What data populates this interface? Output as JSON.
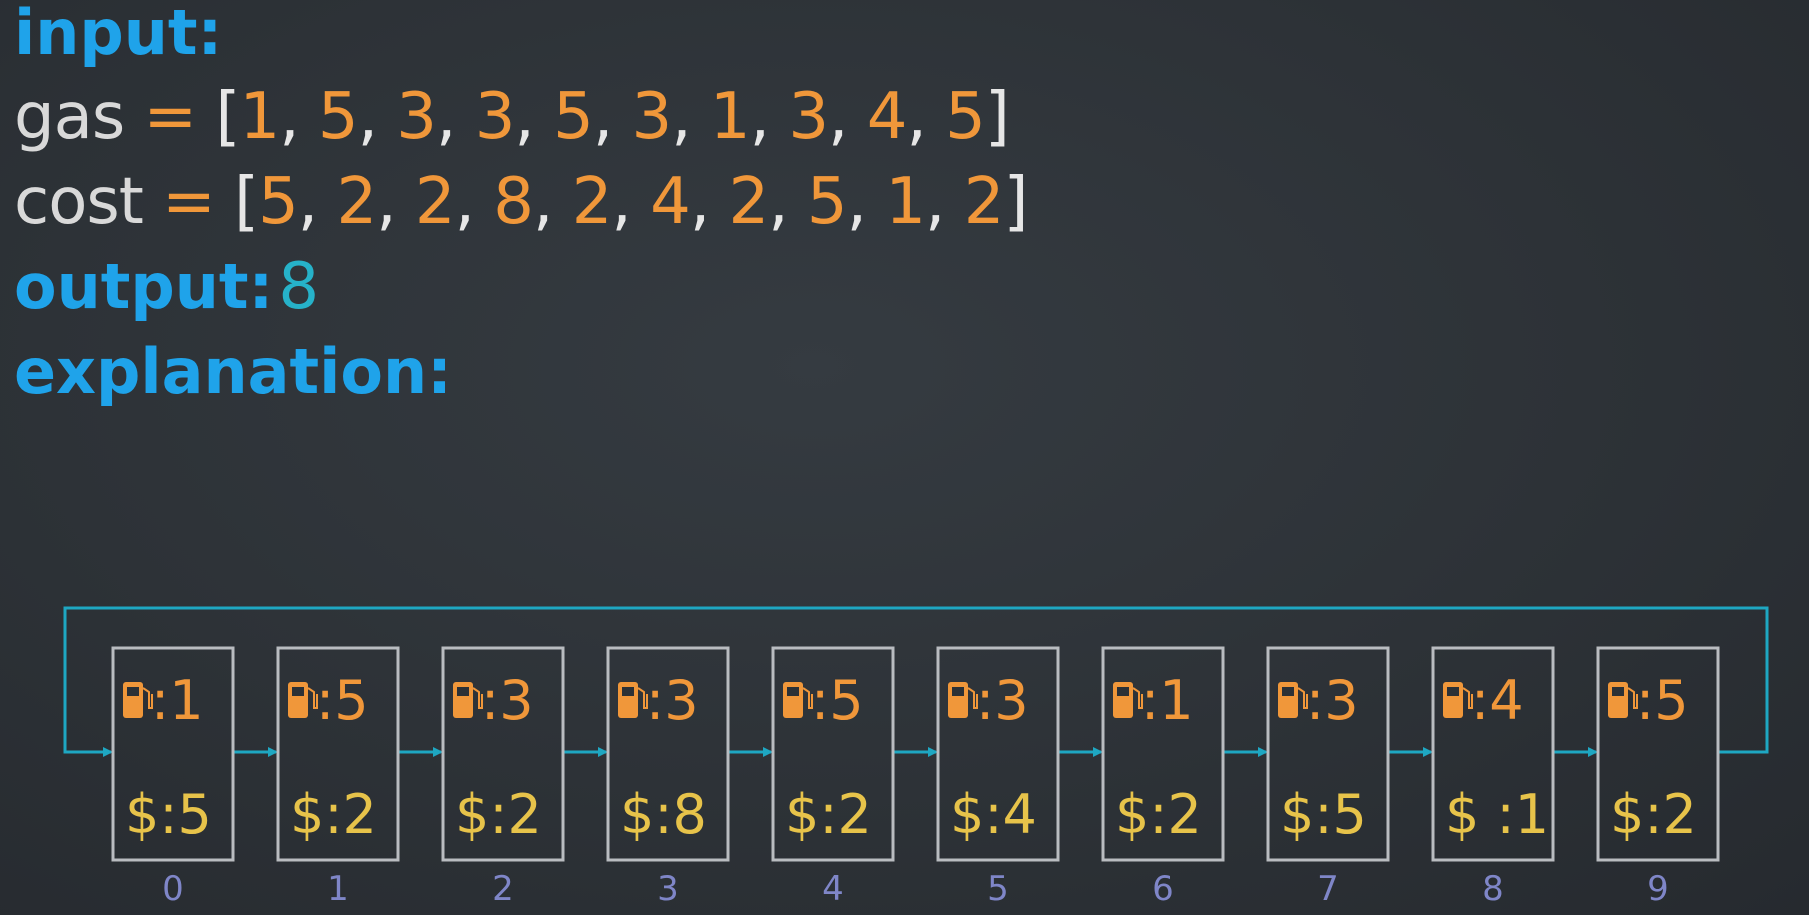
{
  "labels": {
    "input": "input:",
    "output": "output:",
    "explanation": "explanation:"
  },
  "gas": {
    "name": "gas",
    "values": [
      "1",
      "5",
      "3",
      "3",
      "5",
      "3",
      "1",
      "3",
      "4",
      "5"
    ]
  },
  "cost": {
    "name": "cost",
    "values": [
      "5",
      "2",
      "2",
      "8",
      "2",
      "4",
      "2",
      "5",
      "1",
      "2"
    ]
  },
  "output_value": "8",
  "stations": [
    {
      "index": "0",
      "gas": ":1",
      "cost": "$:5"
    },
    {
      "index": "1",
      "gas": ":5",
      "cost": "$:2"
    },
    {
      "index": "2",
      "gas": ":3",
      "cost": "$:2"
    },
    {
      "index": "3",
      "gas": ":3",
      "cost": "$:8"
    },
    {
      "index": "4",
      "gas": ":5",
      "cost": "$:2"
    },
    {
      "index": "5",
      "gas": ":3",
      "cost": "$:4"
    },
    {
      "index": "6",
      "gas": ":1",
      "cost": "$:2"
    },
    {
      "index": "7",
      "gas": ":3",
      "cost": "$:5"
    },
    {
      "index": "8",
      "gas": ":4",
      "cost": "$ :1"
    },
    {
      "index": "9",
      "gas": ":5",
      "cost": "$:2"
    }
  ],
  "icons": {
    "station_icon": "gas-pump-icon"
  },
  "colors": {
    "background": "#2c3136",
    "keyword": "#1fa3ea",
    "number": "#f0973a",
    "output": "#26b2c9",
    "cost": "#e7c34a",
    "arrow": "#1ea7c2",
    "box_border": "#b9bcc0",
    "index": "#7f86c8"
  }
}
